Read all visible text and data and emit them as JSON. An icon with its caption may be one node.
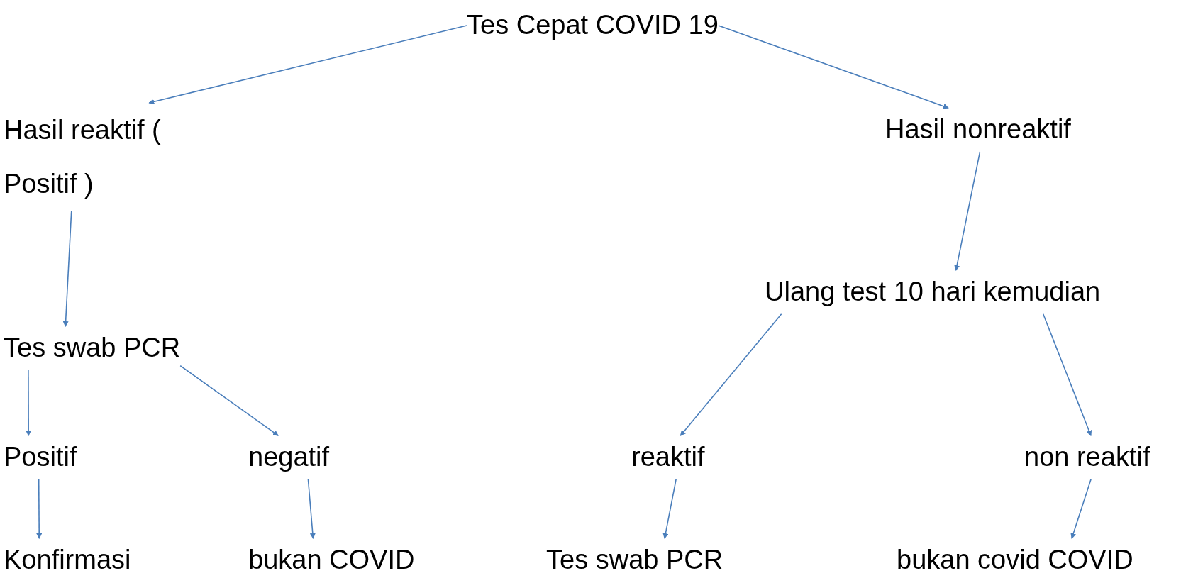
{
  "diagram": {
    "nodes": [
      {
        "text": [
          "Tes Cepat COVID 19"
        ]
      },
      {
        "text": [
          "Hasil reaktif ( Positif )"
        ]
      },
      {
        "text": [
          "Hasil nonreaktif"
        ]
      },
      {
        "text": [
          "Tes swab PCR"
        ]
      },
      {
        "text": [
          "Ulang test 10 hari kemudian"
        ]
      },
      {
        "text": [
          "Positif"
        ]
      },
      {
        "text": [
          "negatif"
        ]
      },
      {
        "text": [
          "reaktif"
        ]
      },
      {
        "text": [
          "non reaktif"
        ]
      },
      {
        "text": [
          "Konfirmasi"
        ]
      },
      {
        "text": [
          "bukan COVID"
        ]
      },
      {
        "text": [
          "Tes swab PCR"
        ]
      },
      {
        "text": [
          "bukan covid COVID"
        ]
      }
    ],
    "edges": [
      {
        "from": 0,
        "to": 1,
        "arrow": "to"
      },
      {
        "from": 0,
        "to": 2,
        "arrow": "to"
      },
      {
        "from": 1,
        "to": 3,
        "arrow": "to"
      },
      {
        "from": 2,
        "to": 4,
        "arrow": "to"
      },
      {
        "from": 3,
        "to": 5,
        "arrow": "to"
      },
      {
        "from": 3,
        "to": 6,
        "arrow": "to"
      },
      {
        "from": 4,
        "to": 7,
        "arrow": "to"
      },
      {
        "from": 4,
        "to": 8,
        "arrow": "to"
      },
      {
        "from": 5,
        "to": 9,
        "arrow": "to"
      },
      {
        "from": 6,
        "to": 10,
        "arrow": "to"
      },
      {
        "from": 7,
        "to": 11,
        "arrow": "to"
      },
      {
        "from": 8,
        "to": 12,
        "arrow": "to"
      }
    ]
  }
}
